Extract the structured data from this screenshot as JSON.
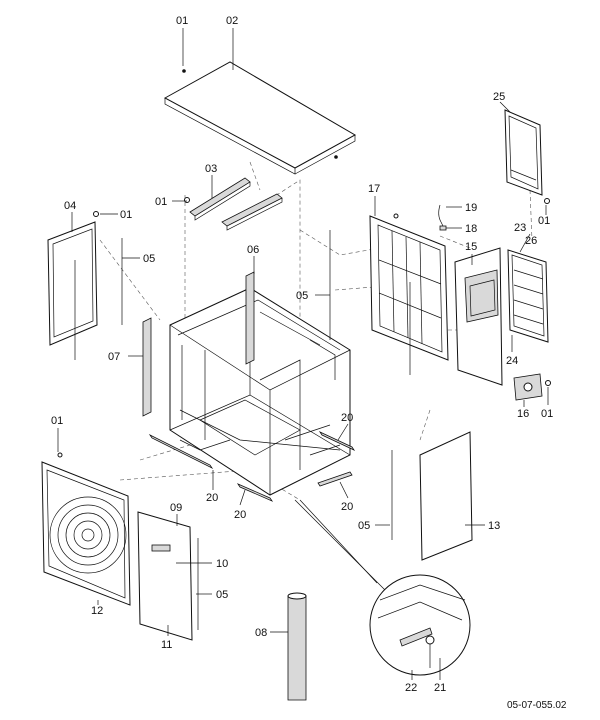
{
  "drawing_code": "05-07-055.02",
  "callouts": {
    "c01_top": "01",
    "c02": "02",
    "c03": "03",
    "c01_rail": "01",
    "c04": "04",
    "c01_left": "01",
    "c05_left": "05",
    "c06": "06",
    "c05_mid": "05",
    "c07": "07",
    "c17": "17",
    "c19": "19",
    "c18": "18",
    "c15": "15",
    "c25": "25",
    "c01_right": "01",
    "c23": "23",
    "c26": "26",
    "c24": "24",
    "c16": "16",
    "c01_bracket": "01",
    "c01_front": "01",
    "c20_a": "20",
    "c20_b": "20",
    "c20_c": "20",
    "c20_d": "20",
    "c09": "09",
    "c10": "10",
    "c05_front": "05",
    "c12": "12",
    "c11": "11",
    "c08": "08",
    "c05_lowright": "05",
    "c13": "13",
    "c22": "22",
    "c21": "21"
  }
}
